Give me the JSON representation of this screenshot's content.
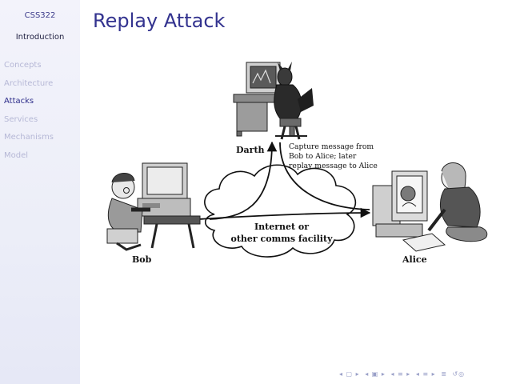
{
  "sidebar": {
    "title": "CSS322",
    "subtitle": "Introduction",
    "items": [
      {
        "label": "Concepts",
        "active": false
      },
      {
        "label": "Architecture",
        "active": false
      },
      {
        "label": "Attacks",
        "active": true
      },
      {
        "label": "Services",
        "active": false
      },
      {
        "label": "Mechanisms",
        "active": false
      },
      {
        "label": "Model",
        "active": false
      }
    ]
  },
  "slide": {
    "title": "Replay Attack"
  },
  "figure": {
    "darth_label": "Darth",
    "bob_label": "Bob",
    "alice_label": "Alice",
    "caption_line1": "Capture message from",
    "caption_line2": "Bob to Alice; later",
    "caption_line3": "replay message to Alice",
    "cloud_line1": "Internet or",
    "cloud_line2": "other comms facility"
  },
  "navigation": {
    "icons": [
      "nav-left-arrow-icon",
      "nav-frame-icon",
      "nav-right-arrow-icon",
      "nav-subsection-icon",
      "nav-section-icon",
      "nav-align-icon",
      "nav-search-icon"
    ]
  }
}
